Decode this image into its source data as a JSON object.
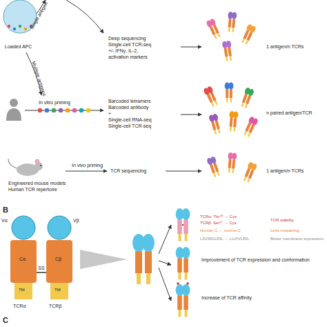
{
  "diagram": {
    "nodes": [
      {
        "text": [
          "Loaded APC"
        ]
      },
      {
        "text": [
          "Vα",
          "Cα",
          "TM",
          "TCRα"
        ]
      },
      {
        "text": [
          "Vβ",
          "Cβ",
          "TM",
          "TCRβ"
        ]
      }
    ],
    "edges": [
      {
        "from": 1,
        "to": 2,
        "arrow": "none",
        "label": "SS"
      }
    ],
    "labels": [
      "Single antigen",
      "Multiple antigens",
      "Deep sequencing",
      "Single-cell TCR-seq",
      "+/- IFNγ, IL-2,",
      "activation markers",
      "1 antigen/n TCRs",
      "In vitro priming",
      "Barcoded tetramers",
      "Barcoded antibody",
      "+",
      "Single-cell RNA-seq",
      "Single-cell TCR-seq",
      "n paired antigen/TCR",
      "Engineered mouse models",
      "Human TCR repertoire",
      "In vivo priming",
      "TCR sequencing",
      "1 antigen/n TCRs",
      "B",
      "TCRα: Thr⁴⁸ → Cys",
      "TCRβ: Ser⁵⁷ → Cys",
      "TCR stability",
      "Human C → murine C",
      "Less mispairing",
      "LSVMGLRIL → LLVIVLRIL",
      "Better membrane expression",
      "Improvement of TCR expression and conformation",
      "Increase of TCR affinity",
      "C"
    ]
  }
}
